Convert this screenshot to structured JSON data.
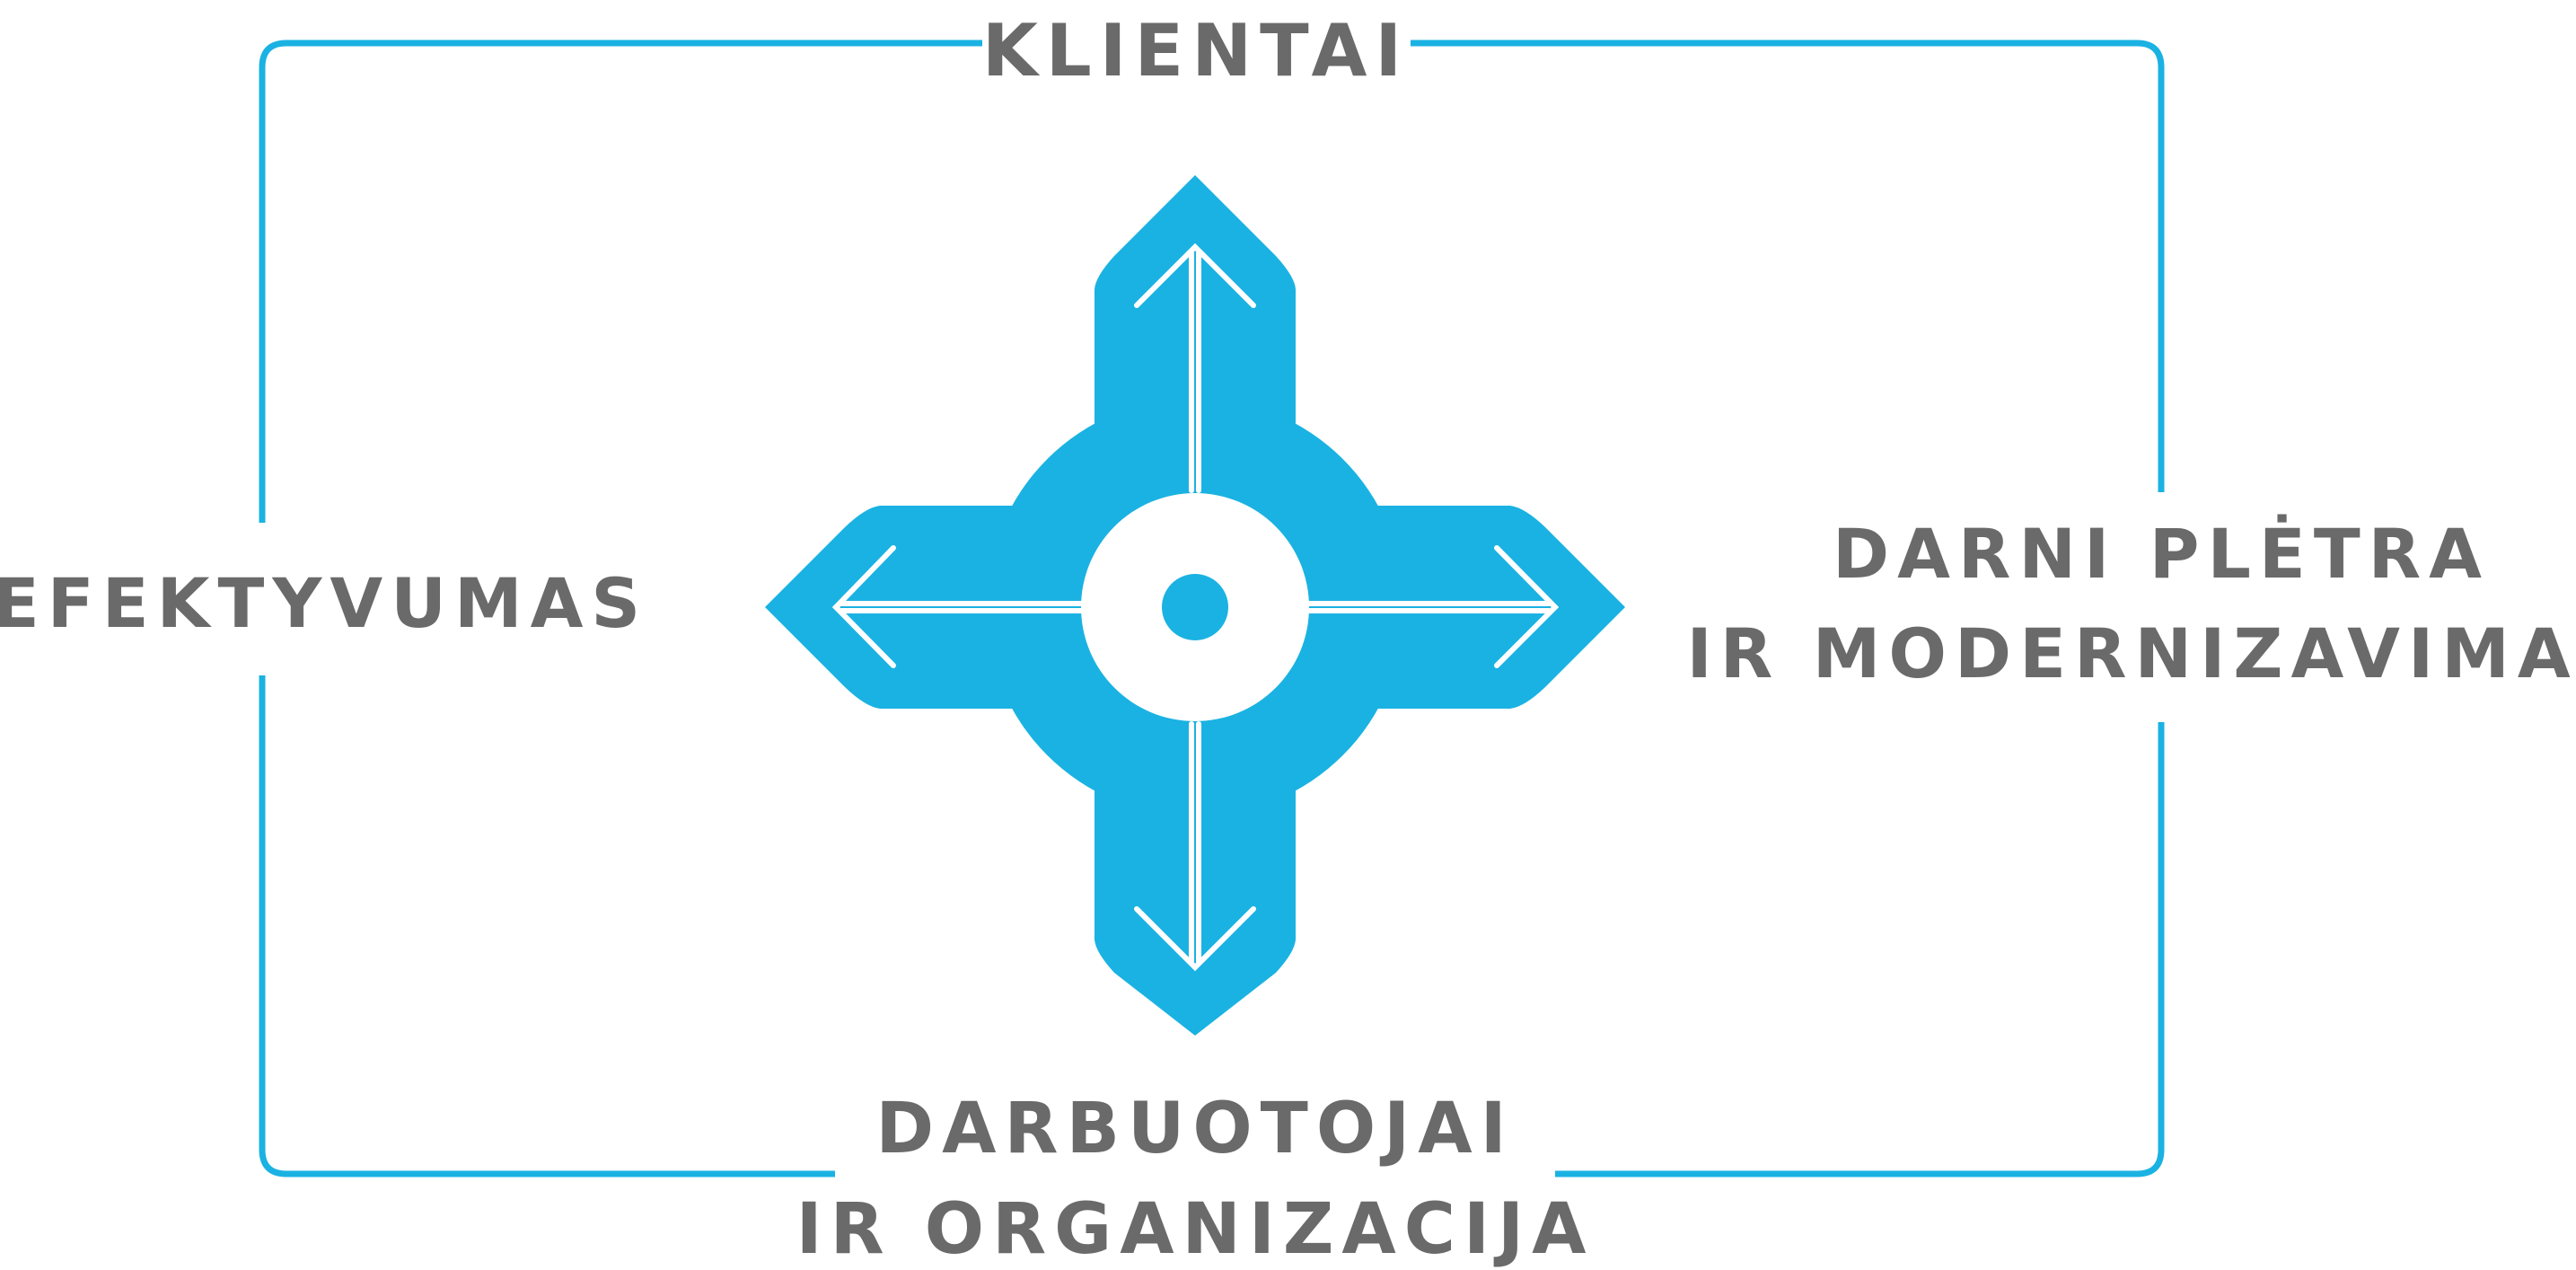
{
  "colors": {
    "frame": "#1ab2e2",
    "shape": "#1ab2e2",
    "text": "#6a6a6a",
    "arrows": "#ffffff",
    "background": "#ffffff"
  },
  "labels": {
    "top": "KLIENTAI",
    "left": "EFEKTYVUMAS",
    "right_line1": "DARNI PLĖTRA",
    "right_line2": "IR MODERNIZAVIMAS",
    "bottom_line1": "DARBUOTOJAI",
    "bottom_line2": "IR ORGANIZACIJA"
  },
  "icons": {
    "center": "compass-cross-icon",
    "arrows": [
      "arrow-up-icon",
      "arrow-down-icon",
      "arrow-left-icon",
      "arrow-right-icon"
    ]
  }
}
